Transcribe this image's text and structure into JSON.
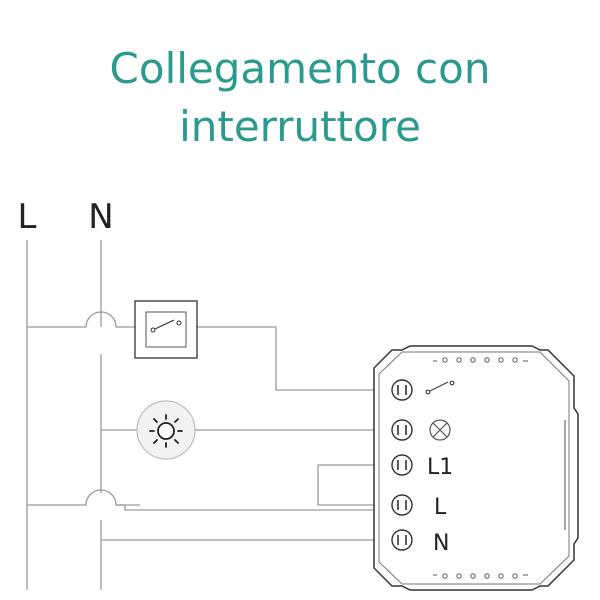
{
  "title": {
    "line1": "Collegamento con",
    "line2": "interruttore"
  },
  "colors": {
    "title": "#2a9a8e",
    "wire": "#9a9a9a",
    "device_outline": "#333333"
  },
  "supply_labels": {
    "line": "L",
    "neutral": "N"
  },
  "module_terminals": {
    "t3": "L1",
    "t4": "L",
    "t5": "N"
  },
  "icons": {
    "switch": "wall-switch-icon",
    "lamp": "light-bulb-icon",
    "module_switch": "switch-symbol-icon",
    "module_lamp": "lamp-symbol-icon"
  }
}
